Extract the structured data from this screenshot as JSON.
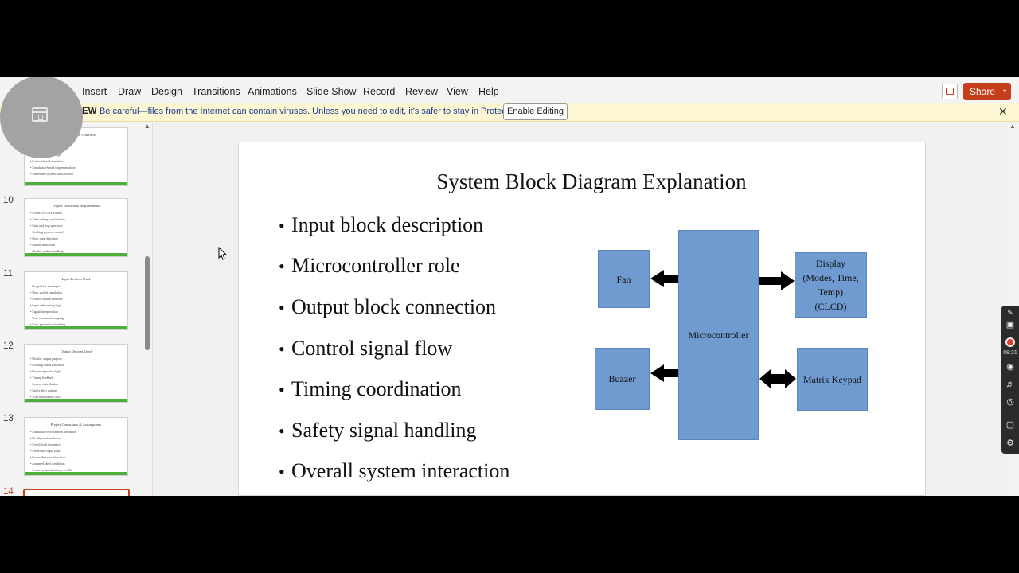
{
  "menu": {
    "items": [
      "Insert",
      "Draw",
      "Design",
      "Transitions",
      "Animations",
      "Slide Show",
      "Record",
      "Review",
      "View",
      "Help"
    ],
    "share_label": "Share"
  },
  "protected_view": {
    "title": "EW",
    "message": "Be careful—files from the Internet can contain viruses. Unless you need to edit, it's safer to stay in Protected View.",
    "enable_label": "Enable Editing"
  },
  "thumbnails": [
    {
      "num": "",
      "title": "Microwave Oven Controller",
      "lines": [
        "",
        "",
        "• Safety-oriented design",
        "• Control-based operation",
        "• Simulation-based implementation",
        "• Embedded system classification"
      ]
    },
    {
      "num": "10",
      "title": "Project Functional Requirements",
      "lines": [
        "• Power ON/OFF control",
        "• Time setting functionality",
        "• Start and stop operation",
        "• Cooking process control",
        "• Door open detection",
        "• Buzzer indication",
        "• Display update handling"
      ]
    },
    {
      "num": "11",
      "title": "Input Devices Used",
      "lines": [
        "• Keypad for user input",
        "• Door switch simulation",
        "• Control button behavior",
        "• Input debouncing logic",
        "• Signal interpretation",
        "• User command mapping",
        "• Error prevention handling"
      ]
    },
    {
      "num": "12",
      "title": "Output Devices Used",
      "lines": [
        "• Display output purpose",
        "• Cooking status indication",
        "• Buzzer operation logic",
        "• Timing feedback",
        "• System state display",
        "• Safety alert outputs",
        "• User notification flow"
      ]
    },
    {
      "num": "13",
      "title": "Project Constraints & Assumptions",
      "lines": [
        "• Simulation environment limitation",
        "• No physical hardware",
        "• Fixed clock frequency",
        "• Predefined input logic",
        "• Controlled execution flow",
        "• Assumed ideal conditions",
        "• Focus on functionality over UI"
      ]
    },
    {
      "num": "14",
      "title": "",
      "lines": []
    }
  ],
  "slide": {
    "title": "System Block Diagram Explanation",
    "bullets": [
      "Input block description",
      "Microcontroller role",
      "Output block connection",
      "Control signal flow",
      "Timing coordination",
      "Safety signal handling",
      "Overall system interaction"
    ],
    "bullet_char": "•",
    "blocks": {
      "fan": "Fan",
      "buzzer": "Buzzer",
      "microcontroller": "Microcontroller",
      "display_line1": "Display",
      "display_line2": "(Modes, Time, Temp)",
      "display_line3": "(CLCD)",
      "keypad": "Matrix Keypad"
    }
  },
  "recorder": {
    "time": "08:31"
  },
  "colors": {
    "block_fill": "#6f9bd1",
    "accent": "#c43e1c",
    "thumb_bar": "#4caf3a",
    "warning_bg": "#fdf6d3"
  }
}
